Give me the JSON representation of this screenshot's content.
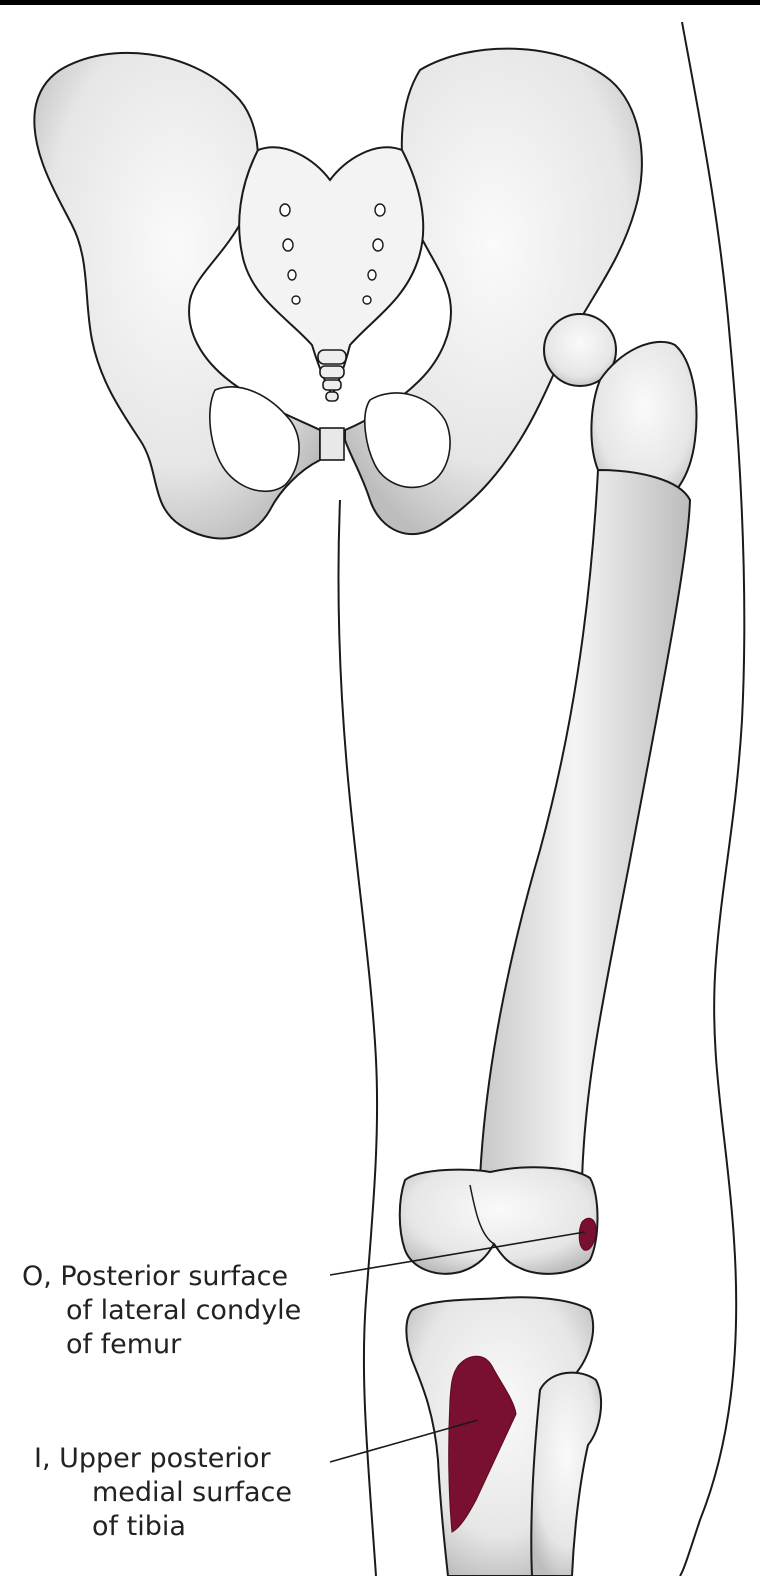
{
  "labels": {
    "origin": {
      "line1": "O, Posterior surface",
      "line2": "of lateral condyle",
      "line3": "of femur"
    },
    "insertion": {
      "line1": "I, Upper posterior",
      "line2": "medial surface",
      "line3": "of tibia"
    }
  },
  "colors": {
    "muscle_attachment": "#7a1030",
    "bone_fill": "#f2f2f2",
    "bone_shade": "#bdbdbd",
    "outline": "#1a1a1a"
  }
}
